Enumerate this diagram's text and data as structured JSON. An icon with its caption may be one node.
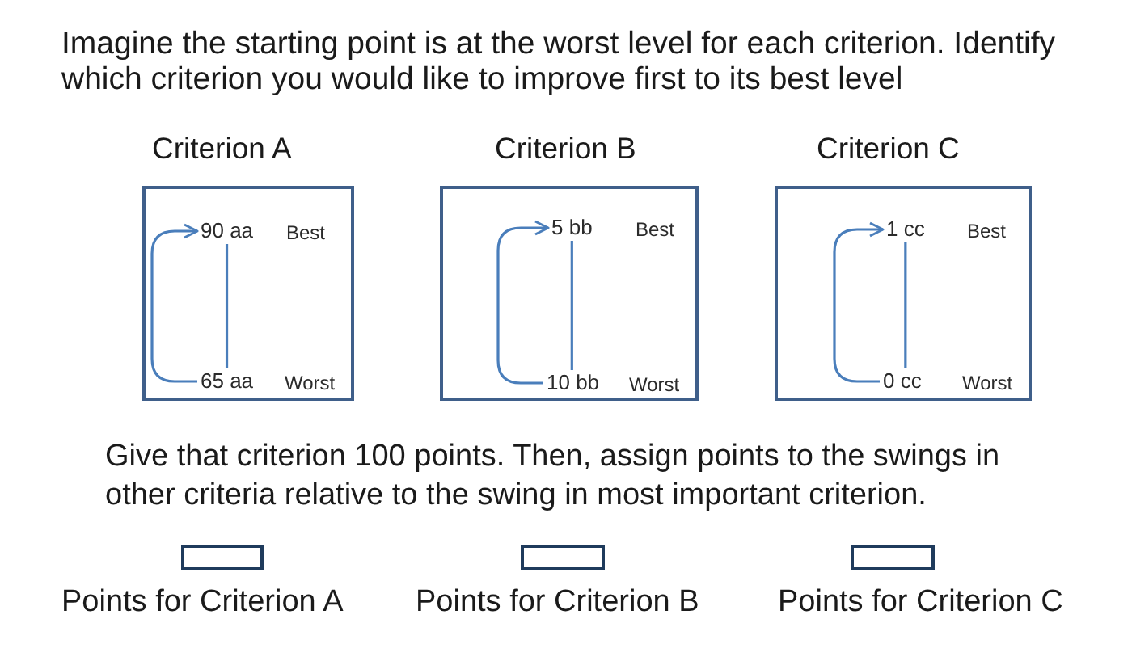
{
  "diagram": {
    "title": "Imagine the starting point is at the worst level for each criterion. Identify which criterion you would like to improve first to its best level",
    "nodes": [
      {
        "text": [
          "Criterion A"
        ]
      },
      {
        "text": [
          "90 aa"
        ],
        "in": 0,
        "beside": [
          "Best"
        ]
      },
      {
        "text": [
          "65 aa"
        ],
        "in": 0,
        "beside": [
          "Worst"
        ]
      },
      {
        "text": [
          "Criterion B"
        ]
      },
      {
        "text": [
          "5 bb"
        ],
        "in": 3,
        "beside": [
          "Best"
        ]
      },
      {
        "text": [
          "10 bb"
        ],
        "in": 3,
        "beside": [
          "Worst"
        ]
      },
      {
        "text": [
          "Criterion C"
        ]
      },
      {
        "text": [
          "1 cc"
        ],
        "in": 6,
        "beside": [
          "Best"
        ]
      },
      {
        "text": [
          "0 cc"
        ],
        "in": 6,
        "beside": [
          "Worst"
        ]
      },
      {
        "text": [],
        "shape": "box",
        "beside": [
          "Points for Criterion A"
        ]
      },
      {
        "text": [],
        "shape": "box",
        "beside": [
          "Points for Criterion B"
        ]
      },
      {
        "text": [],
        "shape": "box",
        "beside": [
          "Points for Criterion C"
        ]
      }
    ],
    "edges": [
      {
        "from": 2,
        "to": 1,
        "arrow": "to"
      },
      {
        "from": 1,
        "to": 2,
        "arrow": "none"
      },
      {
        "from": 5,
        "to": 4,
        "arrow": "to"
      },
      {
        "from": 4,
        "to": 5,
        "arrow": "none"
      },
      {
        "from": 8,
        "to": 7,
        "arrow": "to"
      },
      {
        "from": 7,
        "to": 8,
        "arrow": "none"
      }
    ],
    "labels": [
      "Give that criterion 100 points. Then, assign points to the swings in other criteria relative to the swing in most important criterion."
    ]
  }
}
